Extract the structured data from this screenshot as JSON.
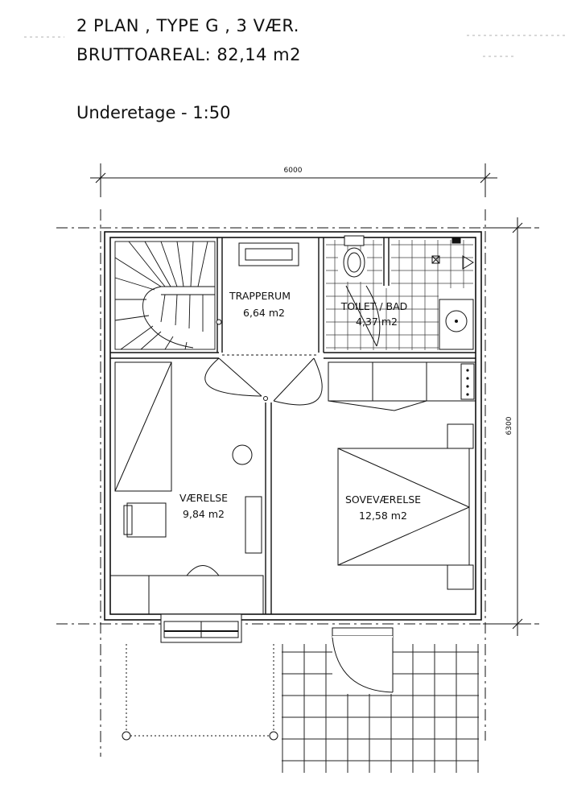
{
  "header": {
    "line1": "2 PLAN , TYPE G , 3 VÆR.",
    "line2": "BRUTTOAREAL: 82,14 m2",
    "line3": "Underetage  -  1:50"
  },
  "dimensions": {
    "width": "6000",
    "height": "6300"
  },
  "rooms": {
    "trapperum": {
      "name": "TRAPPERUM",
      "area": "6,64 m2"
    },
    "toilet": {
      "name": "TOILET / BAD",
      "area": "4,37 m2"
    },
    "vaerelse": {
      "name": "VÆRELSE",
      "area": "9,84 m2"
    },
    "sovevaerelse": {
      "name": "SOVEVÆRELSE",
      "area": "12,58 m2"
    }
  }
}
